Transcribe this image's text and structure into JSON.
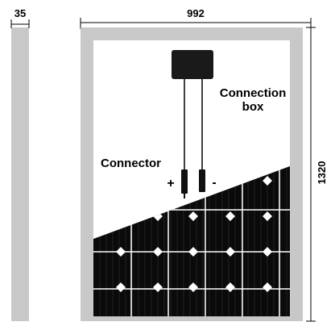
{
  "dimensions": {
    "thickness": "35",
    "width": "992",
    "height": "1320"
  },
  "labels": {
    "connection_box_line1": "Connection",
    "connection_box_line2": "box",
    "connector": "Connector",
    "positive": "+",
    "negative": "-"
  },
  "colors": {
    "frame": "#c8c8c8",
    "cells": "#0a0a0a",
    "cell_gap": "#ffffff",
    "box": "#1a1a1a"
  }
}
